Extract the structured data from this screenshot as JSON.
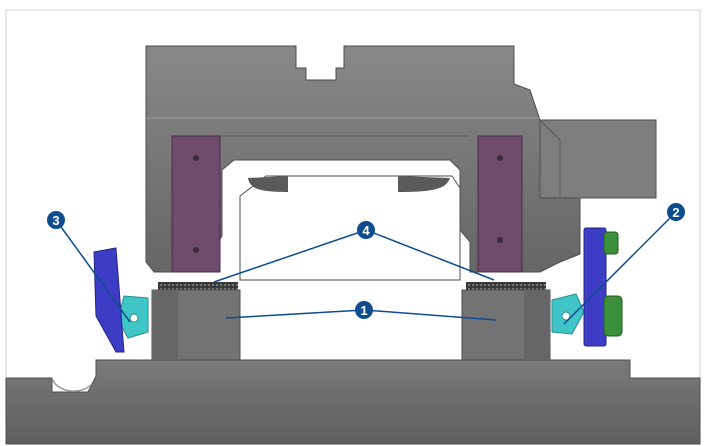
{
  "colors": {
    "frame_border": "#d0d0d0",
    "part_gray": "#6f6f6f",
    "part_gray_light": "#8a8a8a",
    "part_gray_dark": "#4e4e4e",
    "plate_purple": "#6e4a6b",
    "clip_blue": "#3d3cc4",
    "wedge_cyan": "#3fc4c8",
    "bolt_green": "#3a8f3a",
    "callout_fill": "#0d4d8f",
    "leader_line": "#0d4d8f"
  },
  "callouts": [
    {
      "id": "callout-1",
      "label": "1"
    },
    {
      "id": "callout-2",
      "label": "2"
    },
    {
      "id": "callout-3",
      "label": "3"
    },
    {
      "id": "callout-4",
      "label": "4"
    }
  ]
}
